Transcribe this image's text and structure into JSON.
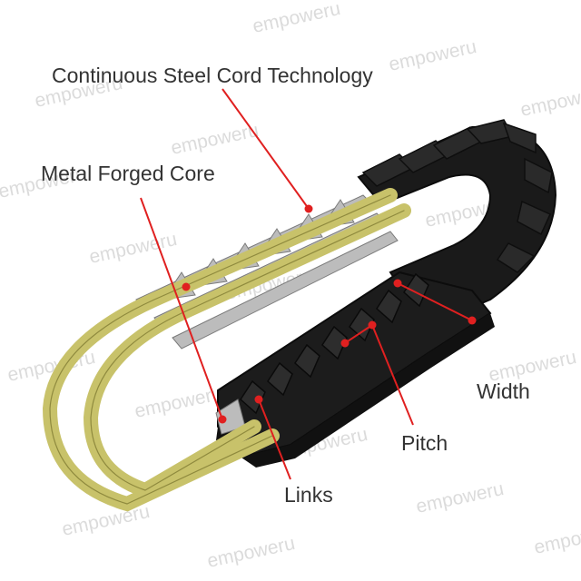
{
  "diagram": {
    "labels": {
      "steel_cord": "Continuous  Steel Cord Technology",
      "metal_core": "Metal Forged Core",
      "width": "Width",
      "pitch": "Pitch",
      "links": "Links"
    },
    "watermark": "empoweru",
    "colors": {
      "track_rubber": "#1c1c1c",
      "steel_cord": "#c8c26a",
      "metal_core": "#b9b9b9",
      "leader_line": "#e02020",
      "label_text": "#333333"
    }
  }
}
